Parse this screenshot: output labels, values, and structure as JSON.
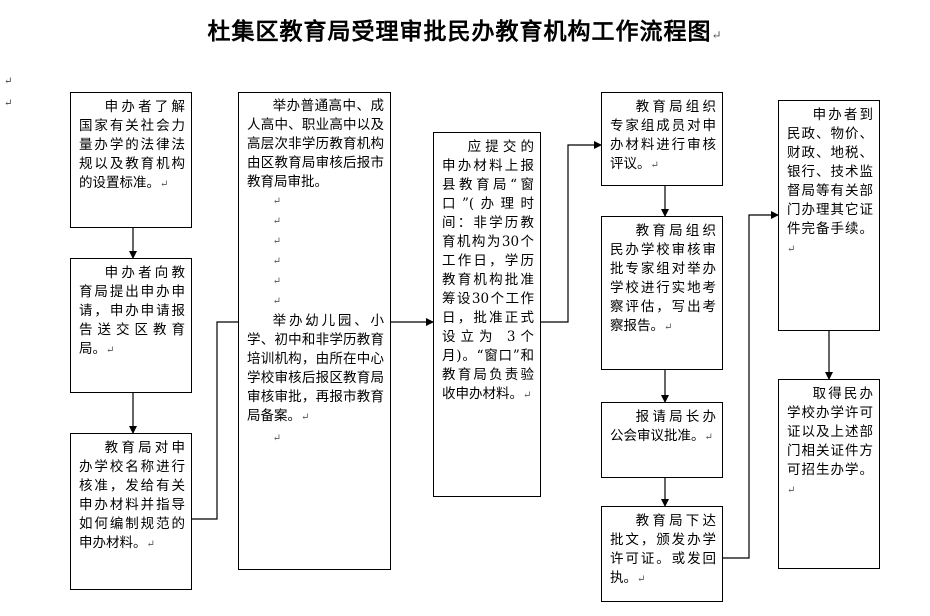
{
  "title": "杜集区教育局受理审批民办教育机构工作流程图",
  "para_mark": "↵",
  "steps": {
    "s1": "申办者了解国家有关社会力量办学的法律法规以及教育机构的设置标准。",
    "s2": "申办者向教育局提出申办申请，申办申请报告送交区教育局。",
    "s3": "教育局对申办学校名称进行核准，发给有关申办材料并指导如何编制规范的申办材料。",
    "s4a": "举办普通高中、成人高中、职业高中以及高层次非学历教育机构由区教育局审核后报市教育局审批。",
    "s4b": "举办幼儿园、小学、初中和非学历教育培训机构，由所在中心学校审核后报区教育局审核审批，再报市教育局备案。",
    "s5": "应提交的申办材料上报县教育局“窗口”(办理时间：非学历教育机构为30个工作日，学历教育机构批准筹设30个工作日，批准正式设立为 3个月)。“窗口”和教育局负责验收申办材料。",
    "s6": "教育局组织专家组成员对申办材料进行审核评议。",
    "s7": "教育局组织民办学校审核审批专家组对举办学校进行实地考察评估，写出考察报告。",
    "s8": "报请局长办公会审议批准。",
    "s9": "教育局下达批文，颁发办学许可证。或发回执。",
    "s10": "申办者到民政、物价、财政、地税、银行、技术监督局等有关部门办理其它证件完备手续。",
    "s11": "取得民办学校办学许可证以及上述部门相关证件方可招生办学。"
  }
}
